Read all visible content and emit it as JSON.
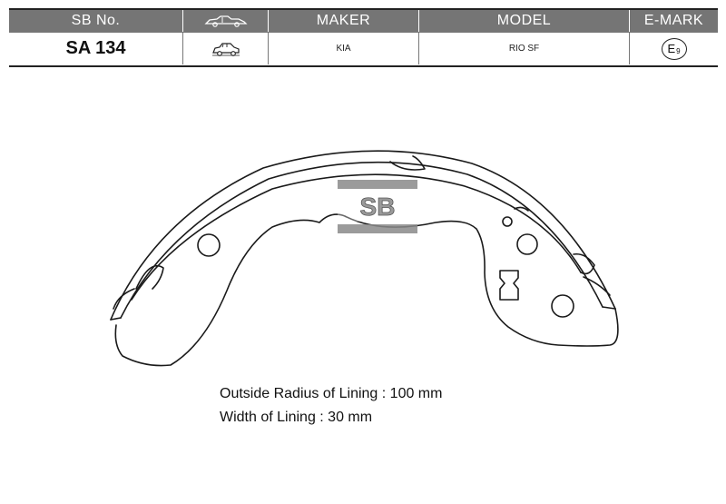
{
  "table": {
    "headers": {
      "sb_no": "SB No.",
      "vehicle_icon": "car-icon",
      "maker": "MAKER",
      "model": "MODEL",
      "emark": "E-MARK"
    },
    "row": {
      "sb_no": "SA 134",
      "vehicle_icon": "car-sketch-icon",
      "maker": "KIA",
      "model": "RIO SF",
      "emark_letter": "E",
      "emark_number": "9"
    }
  },
  "logo": {
    "text": "SB"
  },
  "specs": {
    "outside_radius": "Outside Radius of Lining : 100 mm",
    "width": "Width of Lining : 30 mm"
  }
}
